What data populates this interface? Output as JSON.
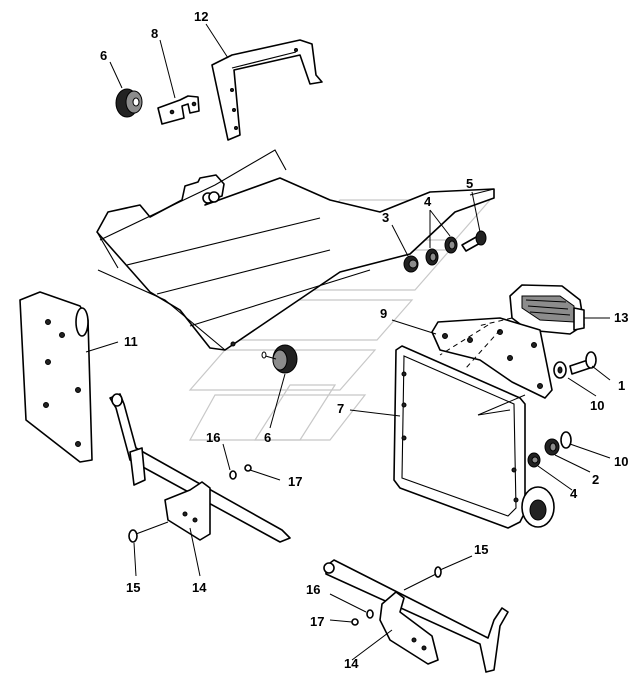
{
  "callouts": [
    {
      "id": "c12",
      "text": "12"
    },
    {
      "id": "c8",
      "text": "8"
    },
    {
      "id": "c6a",
      "text": "6"
    },
    {
      "id": "c3",
      "text": "3"
    },
    {
      "id": "c4a",
      "text": "4"
    },
    {
      "id": "c5",
      "text": "5"
    },
    {
      "id": "c9",
      "text": "9"
    },
    {
      "id": "c13",
      "text": "13"
    },
    {
      "id": "c11",
      "text": "11"
    },
    {
      "id": "c1",
      "text": "1"
    },
    {
      "id": "c10a",
      "text": "10"
    },
    {
      "id": "c7",
      "text": "7"
    },
    {
      "id": "c6b",
      "text": "6"
    },
    {
      "id": "c10b",
      "text": "10"
    },
    {
      "id": "c16a",
      "text": "16"
    },
    {
      "id": "c2",
      "text": "2"
    },
    {
      "id": "c17a",
      "text": "17"
    },
    {
      "id": "c4b",
      "text": "4"
    },
    {
      "id": "c15a",
      "text": "15"
    },
    {
      "id": "c14a",
      "text": "14"
    },
    {
      "id": "c15b",
      "text": "15"
    },
    {
      "id": "c16b",
      "text": "16"
    },
    {
      "id": "c17b",
      "text": "17"
    },
    {
      "id": "c14b",
      "text": "14"
    }
  ],
  "colors": {
    "line": "#000000",
    "background": "#ffffff",
    "watermark": "#c8c8c8"
  }
}
